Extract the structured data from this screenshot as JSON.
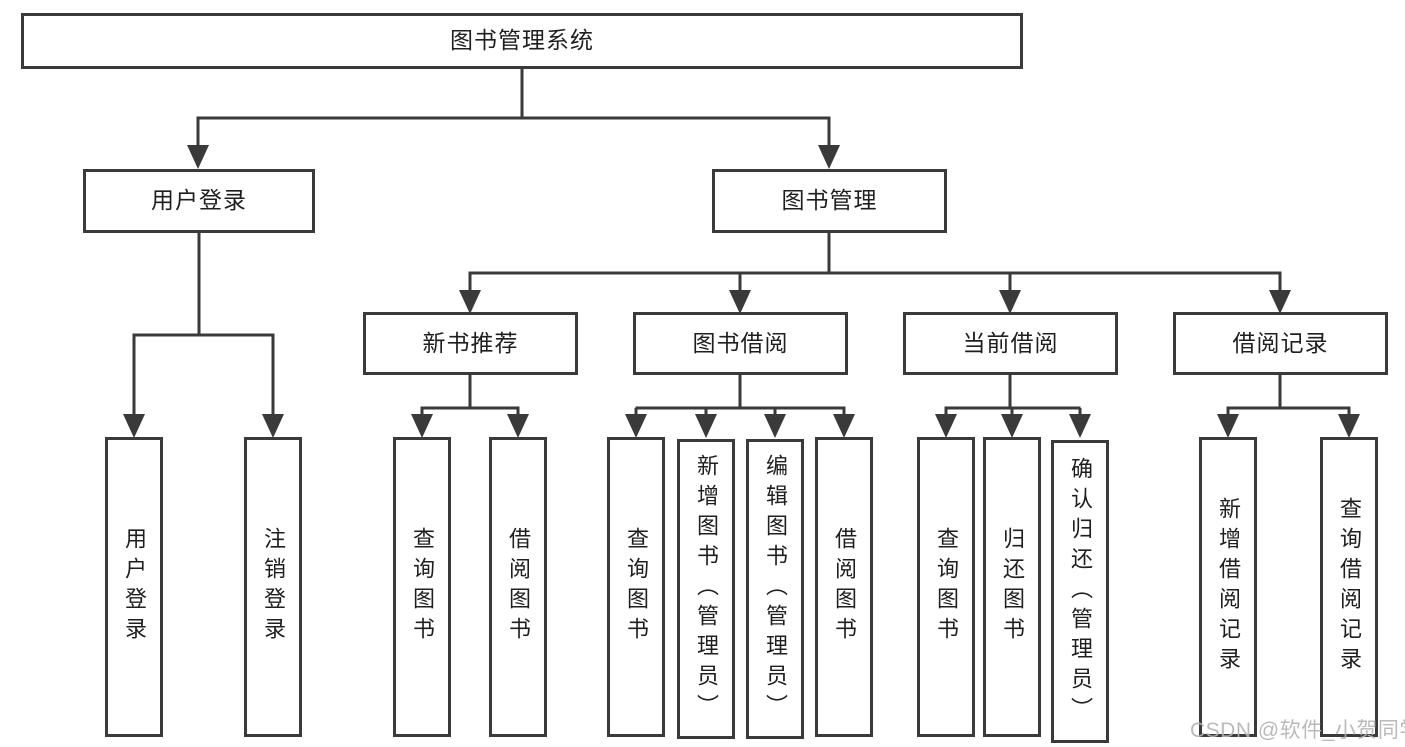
{
  "diagram": {
    "root": {
      "label": "图书管理系统"
    },
    "branches": [
      {
        "label": "用户登录",
        "leaves": [
          "用户登录",
          "注销登录"
        ]
      },
      {
        "label": "图书管理",
        "groups": [
          {
            "label": "新书推荐",
            "leaves": [
              "查询图书",
              "借阅图书"
            ]
          },
          {
            "label": "图书借阅",
            "leaves": [
              "查询图书",
              "新增图书（管理员）",
              "编辑图书（管理员）",
              "借阅图书"
            ]
          },
          {
            "label": "当前借阅",
            "leaves": [
              "查询图书",
              "归还图书",
              "确认归还（管理员）"
            ]
          },
          {
            "label": "借阅记录",
            "leaves": [
              "新增借阅记录",
              "查询借阅记录"
            ]
          }
        ]
      }
    ]
  },
  "watermark": {
    "text": "CSDN @软件_小贺同学",
    "color": "#b3b3b3"
  },
  "colors": {
    "line": "#3a3a3a",
    "box_border": "#3a3a3a",
    "box_background": "#ffffff",
    "text": "#1f1f1f",
    "page_background": "#ffffff"
  }
}
